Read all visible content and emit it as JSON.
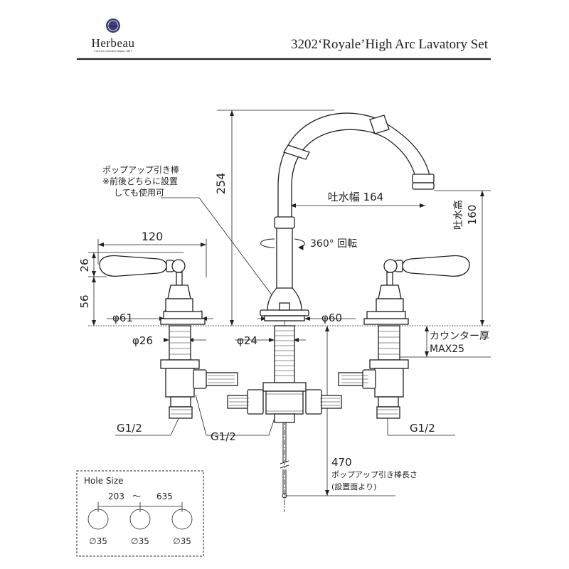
{
  "brand": {
    "name": "Herbeau",
    "tagline": "L'Art du Luminaire depuis 1857",
    "badge_text": "HERBEAU"
  },
  "header": {
    "title": "3202‘Royale’High Arc Lavatory Set"
  },
  "colors": {
    "line": "#231f20",
    "background": "#ffffff",
    "header_rule": "#231f20"
  },
  "annotations": {
    "popup_rod_line1": "ポップアップ引き棒",
    "popup_rod_line2": "※前後どちらに設置",
    "popup_rod_line3": "しても使用可",
    "rotation": "360°  回転",
    "counter_thickness_line1": "カウンター厚",
    "counter_thickness_line2": "MAX25",
    "popup_length_value": "470",
    "popup_length_line1": "ポップアップ引き棒長さ",
    "popup_length_line2": "(設置面より)"
  },
  "dimensions": {
    "height_total": "254",
    "spout_reach": "吐水幅 164",
    "spout_height_label": "吐水高",
    "spout_height_value": "160",
    "handle_width": "120",
    "handle_height": "26",
    "valve_height": "56",
    "handle_flange_dia": "φ61",
    "spout_flange_dia": "φ60",
    "handle_shank_dia": "φ26",
    "spout_shank_dia": "φ24",
    "thread_left": "G1/2",
    "thread_center": "G1/2",
    "thread_right": "G1/2"
  },
  "hole_size": {
    "title": "Hole Size",
    "min_spacing": "203",
    "tilde": "～",
    "max_spacing": "635",
    "holes": [
      "∅35",
      "∅35",
      "∅35"
    ]
  }
}
